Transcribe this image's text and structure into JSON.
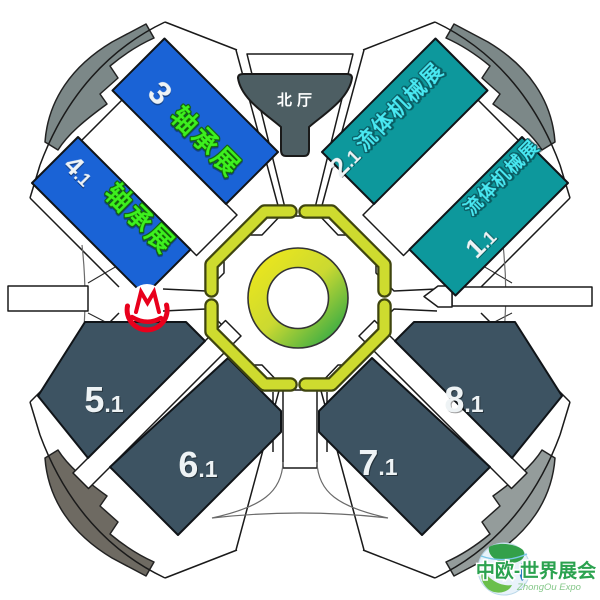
{
  "north_hall": {
    "label": "北厅"
  },
  "halls": [
    {
      "id": "hall-3",
      "num": "3",
      "sub": "",
      "exhibition": "轴承展"
    },
    {
      "id": "hall-4-1",
      "num": "4",
      "sub": ".1",
      "exhibition": "轴承展"
    },
    {
      "id": "hall-2-1",
      "num": "2",
      "sub": ".1",
      "exhibition": "流体机械展"
    },
    {
      "id": "hall-1-1",
      "num": "1",
      "sub": ".1",
      "exhibition": "流体机械展"
    },
    {
      "id": "hall-5-1",
      "num": "5",
      "sub": ".1",
      "exhibition": ""
    },
    {
      "id": "hall-6-1",
      "num": "6",
      "sub": ".1",
      "exhibition": ""
    },
    {
      "id": "hall-7-1",
      "num": "7",
      "sub": ".1",
      "exhibition": ""
    },
    {
      "id": "hall-8-1",
      "num": "8",
      "sub": ".1",
      "exhibition": ""
    }
  ],
  "colors": {
    "hall_blue": "#1a63d6",
    "hall_teal": "#0d989c",
    "hall_slate": "#3d5362",
    "north_hall_gray": "#4d5e63",
    "band_nw": "#7c8888",
    "band_ne": "#7c8888",
    "band_sw": "#6e6a62",
    "band_se": "#949c9b",
    "ring_yellow": "#f4ea17",
    "ring_mid": "#cbd931",
    "ring_green": "#0f9f4a",
    "metro_red": "#e8001c",
    "watermark_green": "#2ba24f",
    "watermark_sub_green": "#86c88a"
  },
  "watermark": {
    "title": "中欧-世界展会",
    "subtitle": "ZhongOu Expo"
  },
  "icons": {
    "metro": "shanghai-metro-icon",
    "globe": "globe-icon"
  }
}
